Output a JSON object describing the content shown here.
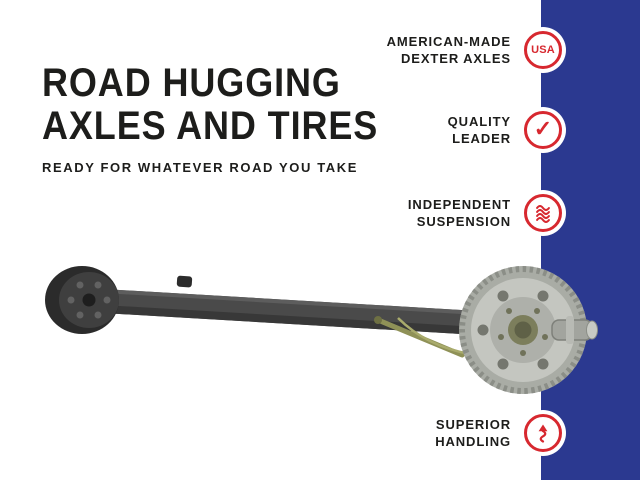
{
  "hero": {
    "title_line1": "ROAD HUGGING",
    "title_line2": "AXLES AND TIRES",
    "tagline": "READY FOR WHATEVER ROAD YOU TAKE"
  },
  "features": [
    {
      "line1": "AMERICAN-MADE",
      "line2": "DEXTER AXLES",
      "icon": "usa-badge-icon",
      "badge_text": "USA"
    },
    {
      "line1": "QUALITY",
      "line2": "LEADER",
      "icon": "checkmark-icon",
      "glyph": "✓"
    },
    {
      "line1": "INDEPENDENT",
      "line2": "SUSPENSION",
      "icon": "coil-spring-icon"
    },
    {
      "line1": "SUPERIOR",
      "line2": "HANDLING",
      "icon": "handling-arrow-icon"
    }
  ],
  "illustration": {
    "subject": "trailer axle with brake drums and independent suspension"
  },
  "colors": {
    "accent_red": "#d7282f",
    "stripe_blue": "#2b3990",
    "heading_black": "#1d1d1b"
  }
}
